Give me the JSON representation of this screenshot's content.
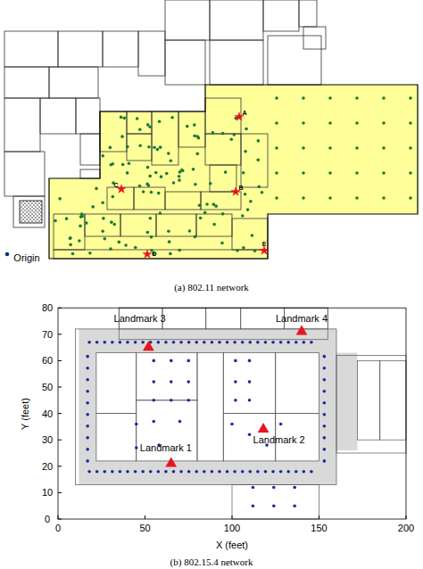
{
  "diagram": {
    "labels": [
      "Origin",
      "A",
      "B",
      "C",
      "D",
      "E",
      "(a) 802.11 network",
      "80",
      "70",
      "60",
      "50",
      "40",
      "30",
      "20",
      "10",
      "0",
      "0",
      "50",
      "100",
      "150",
      "200",
      "X (feet)",
      "Y (feet)",
      "Landmark 1",
      "Landmark 2",
      "Landmark 3",
      "Landmark 4",
      "(b) 802.15.4 network"
    ]
  }
}
